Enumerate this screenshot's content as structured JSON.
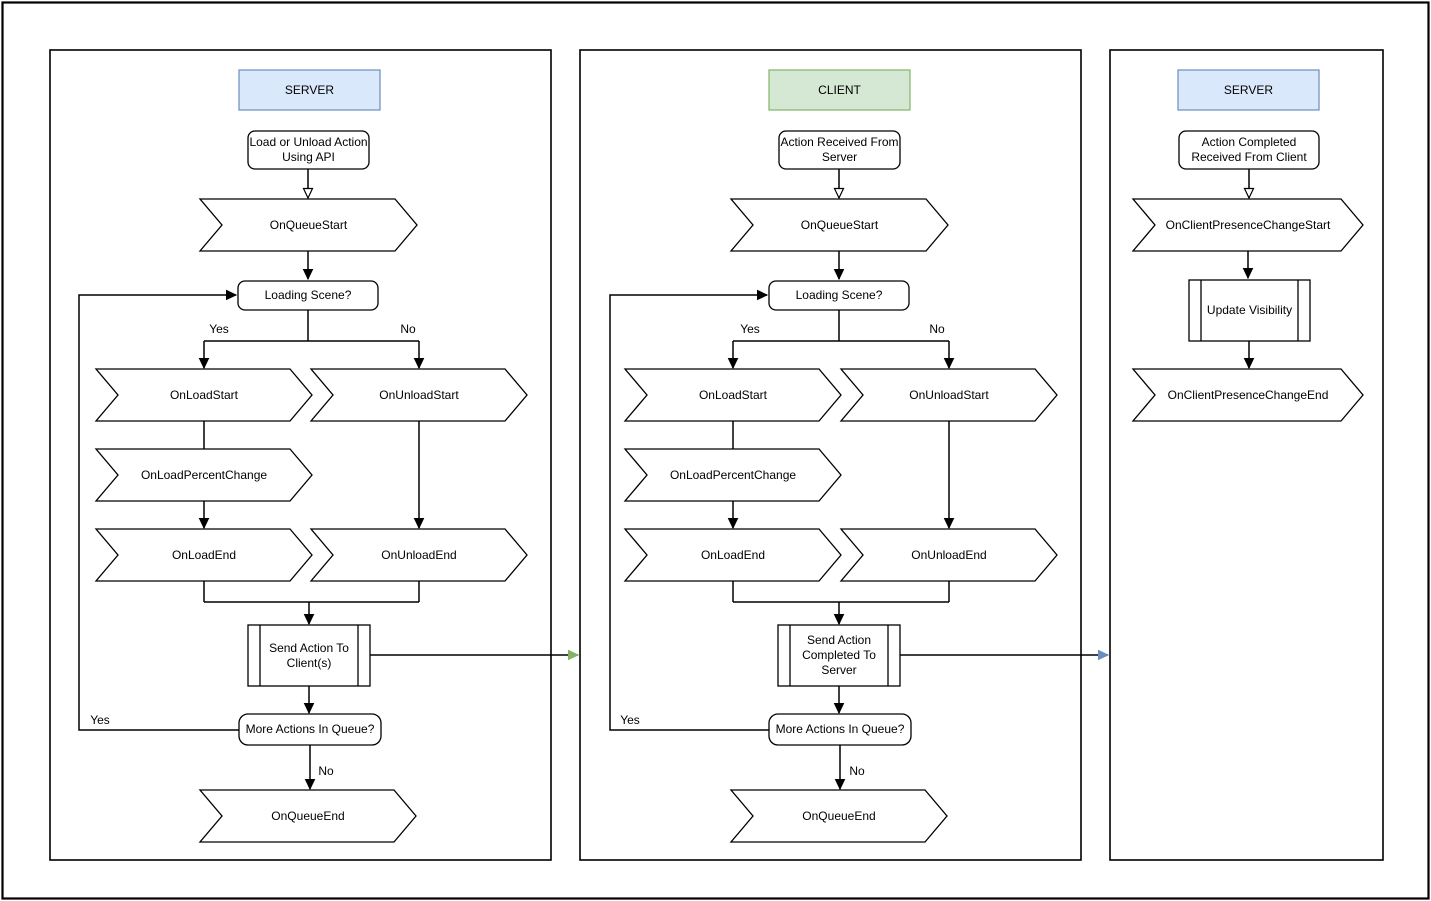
{
  "panels": [
    {
      "header": {
        "label": "SERVER",
        "fill": "#dae8fc",
        "border": "#6c8ebf"
      },
      "nodes": {
        "start": "Load or Unload Action Using API",
        "on_queue_start": "OnQueueStart",
        "loading_scene": "Loading Scene?",
        "branch_yes": "Yes",
        "branch_no": "No",
        "on_load_start": "OnLoadStart",
        "on_unload_start": "OnUnloadStart",
        "on_load_percent_change": "OnLoadPercentChange",
        "on_load_end": "OnLoadEnd",
        "on_unload_end": "OnUnloadEnd",
        "send": "Send Action To Client(s)",
        "more_actions": "More Actions In Queue?",
        "loop_yes": "Yes",
        "queue_no": "No",
        "on_queue_end": "OnQueueEnd"
      }
    },
    {
      "header": {
        "label": "CLIENT",
        "fill": "#d5e8d4",
        "border": "#82b366"
      },
      "nodes": {
        "start": "Action Received From Server",
        "on_queue_start": "OnQueueStart",
        "loading_scene": "Loading Scene?",
        "branch_yes": "Yes",
        "branch_no": "No",
        "on_load_start": "OnLoadStart",
        "on_unload_start": "OnUnloadStart",
        "on_load_percent_change": "OnLoadPercentChange",
        "on_load_end": "OnLoadEnd",
        "on_unload_end": "OnUnloadEnd",
        "send": "Send Action Completed To Server",
        "more_actions": "More Actions In Queue?",
        "loop_yes": "Yes",
        "queue_no": "No",
        "on_queue_end": "OnQueueEnd"
      }
    },
    {
      "header": {
        "label": "SERVER",
        "fill": "#dae8fc",
        "border": "#6c8ebf"
      },
      "nodes": {
        "start": "Action Completed Received From Client",
        "on_client_presence_change_start": "OnClientPresenceChangeStart",
        "update_visibility": "Update Visibility",
        "on_client_presence_change_end": "OnClientPresenceChangeEnd"
      }
    }
  ],
  "connectors": {
    "server_to_client": {
      "color": "#82b366"
    },
    "client_to_server": {
      "color": "#6c8ebf"
    }
  }
}
